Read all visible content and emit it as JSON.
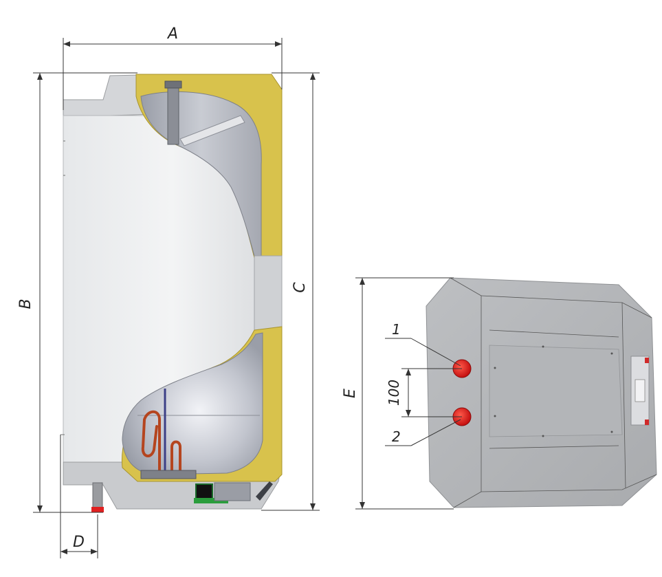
{
  "dimensions": {
    "a_label": "A",
    "b_label": "B",
    "c_label": "C",
    "d_label": "D",
    "e_label": "E",
    "spacing_label": "100"
  },
  "callouts": {
    "inlet_label": "1",
    "outlet_label": "2"
  },
  "colors": {
    "insulation": "#d8c24c",
    "casing": "#c8cacc",
    "tank_inner": "#b9bcc4",
    "pipe_red": "#e02020",
    "heater_coil": "#b5451f"
  }
}
